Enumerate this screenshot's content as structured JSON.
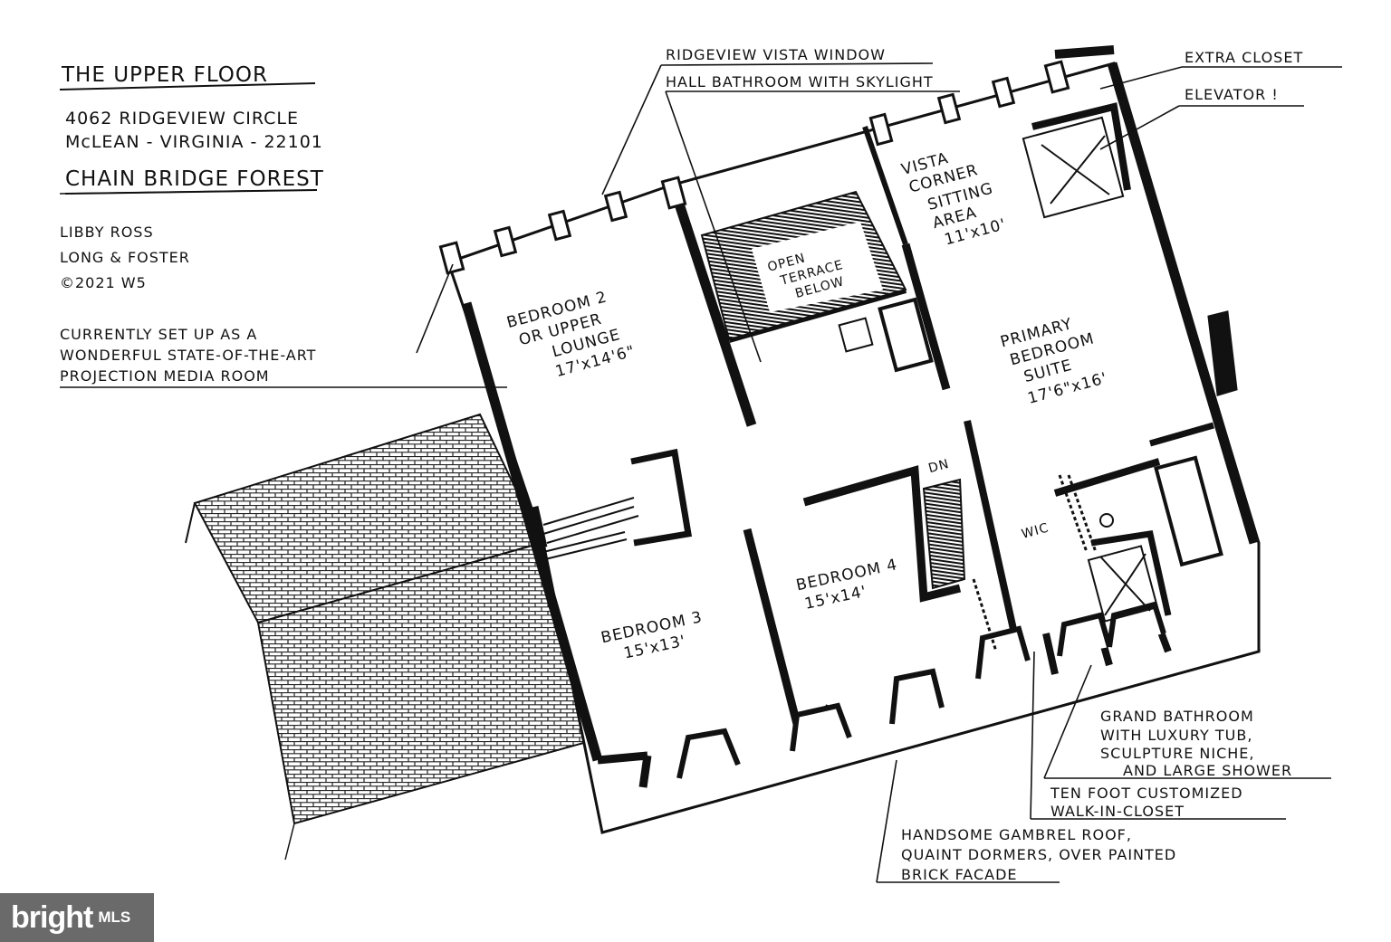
{
  "header": {
    "title": "THE UPPER FLOOR",
    "address_line1": "4062 RIDGEVIEW CIRCLE",
    "address_line2": "McLEAN - VIRGINIA - 22101",
    "subdivision": "CHAIN BRIDGE FOREST",
    "agent_name": "LIBBY ROSS",
    "brokerage": "LONG & FOSTER",
    "copyright": "©2021 W5"
  },
  "notes": {
    "media_room": [
      "CURRENTLY SET UP AS A",
      "WONDERFUL STATE-OF-THE-ART",
      "PROJECTION MEDIA ROOM"
    ],
    "vista_window": "RIDGEVIEW VISTA WINDOW",
    "hall_bath": "HALL BATHROOM WITH SKYLIGHT",
    "extra_closet": "EXTRA CLOSET",
    "elevator": "ELEVATOR !",
    "grand_bath": [
      "GRAND BATHROOM",
      "WITH LUXURY TUB,",
      "SCULPTURE NICHE,",
      "AND LARGE SHOWER"
    ],
    "walk_in": [
      "TEN FOOT CUSTOMIZED",
      "WALK-IN-CLOSET"
    ],
    "roof": [
      "HANDSOME GAMBREL ROOF,",
      "QUAINT DORMERS, OVER PAINTED",
      "BRICK FACADE"
    ]
  },
  "rooms": {
    "bedroom2": [
      "BEDROOM 2",
      "OR UPPER",
      "LOUNGE",
      "17'x14'6\""
    ],
    "vista": [
      "VISTA",
      "CORNER",
      "SITTING",
      "AREA",
      "11'x10'"
    ],
    "terrace": [
      "OPEN",
      "TERRACE",
      "BELOW"
    ],
    "primary": [
      "PRIMARY",
      "BEDROOM",
      "SUITE",
      "17'6\"x16'"
    ],
    "bedroom3": [
      "BEDROOM 3",
      "15'x13'"
    ],
    "bedroom4": [
      "BEDROOM 4",
      "15'x14'"
    ],
    "dn": "DN",
    "wic": "WIC"
  },
  "watermark": {
    "brand": "bright",
    "suffix": "MLS"
  }
}
